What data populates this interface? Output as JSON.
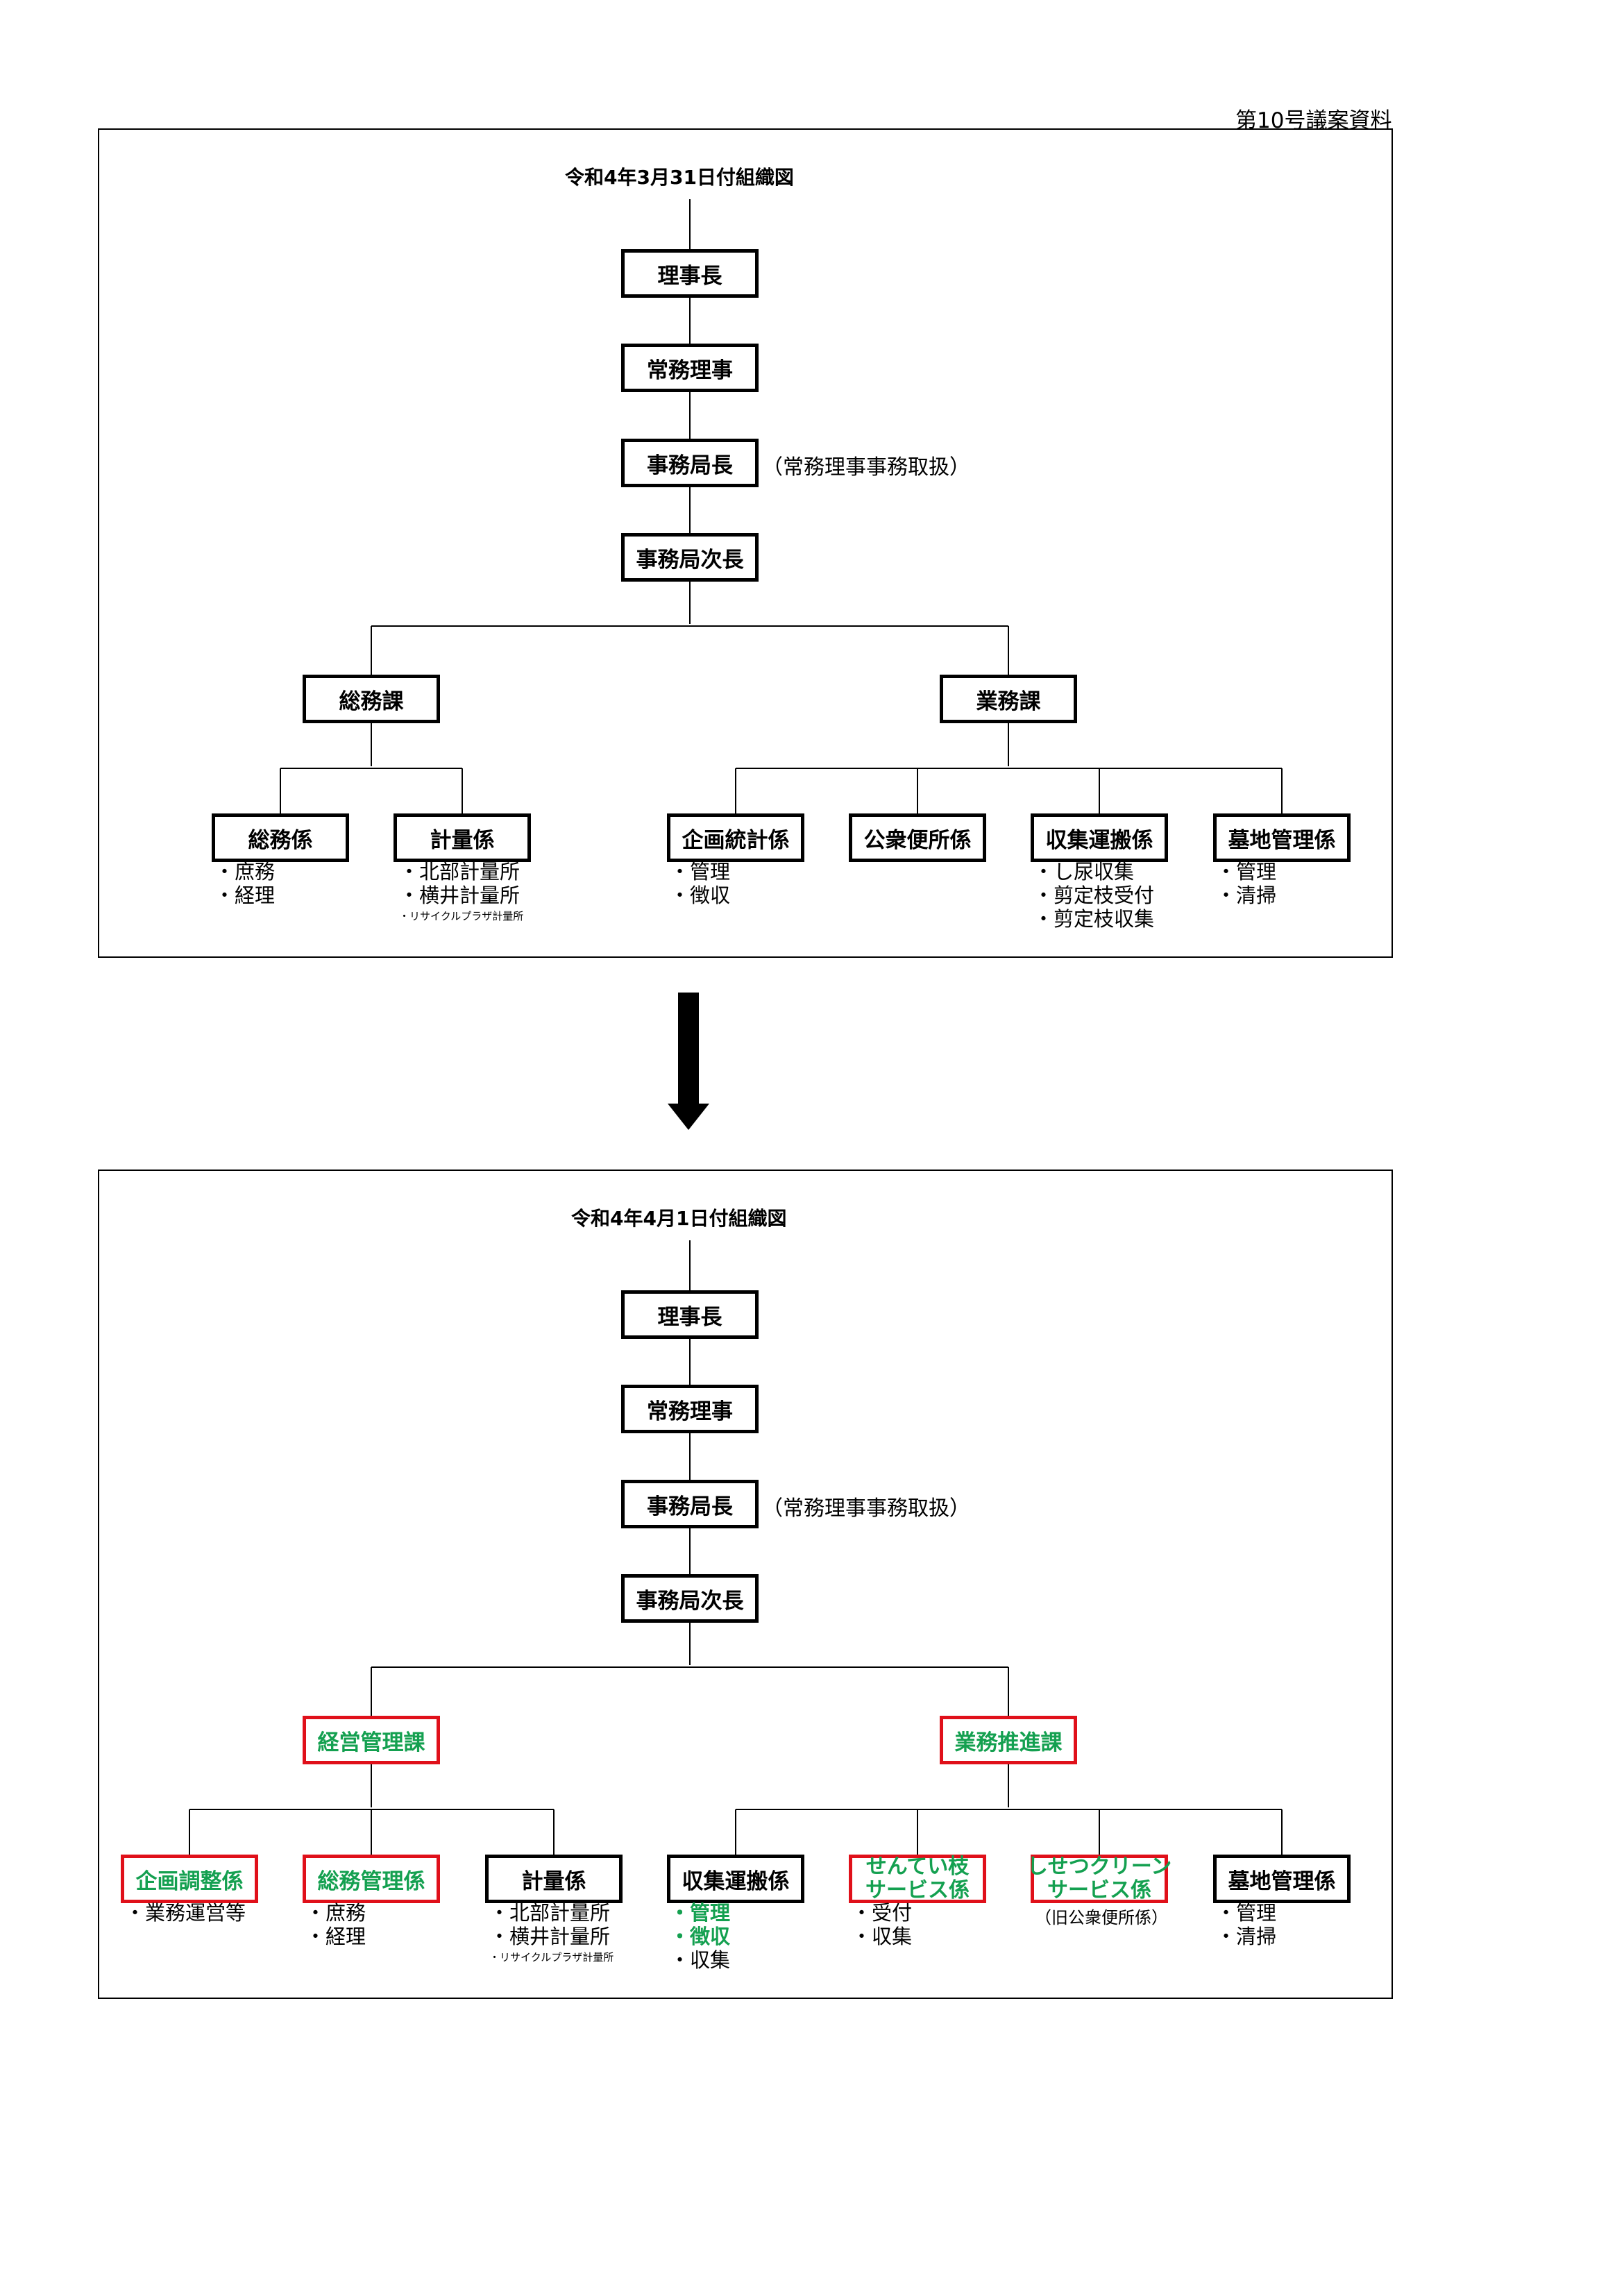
{
  "doc_label": "第10号議案資料",
  "before": {
    "title": "令和4年3月31日付組織図",
    "chairman": "理事長",
    "managing_director": "常務理事",
    "secretary_general": "事務局長",
    "secretary_general_note": "（常務理事事務取扱）",
    "deputy_secretary_general": "事務局次長",
    "sections": [
      {
        "name": "総務課",
        "units": [
          {
            "name": "総務係",
            "duties": [
              "・庶務",
              "・経理"
            ]
          },
          {
            "name": "計量係",
            "duties": [
              "・北部計量所",
              "・横井計量所",
              "・リサイクルプラザ計量所"
            ]
          }
        ]
      },
      {
        "name": "業務課",
        "units": [
          {
            "name": "企画統計係",
            "duties": [
              "・管理",
              "・徴収"
            ]
          },
          {
            "name": "公衆便所係",
            "duties": []
          },
          {
            "name": "収集運搬係",
            "duties": [
              "・し尿収集",
              "・剪定枝受付",
              "・剪定枝収集"
            ]
          },
          {
            "name": "墓地管理係",
            "duties": [
              "・管理",
              "・清掃"
            ]
          }
        ]
      }
    ]
  },
  "after": {
    "title": "令和4年4月1日付組織図",
    "chairman": "理事長",
    "managing_director": "常務理事",
    "secretary_general": "事務局長",
    "secretary_general_note": "（常務理事事務取扱）",
    "deputy_secretary_general": "事務局次長",
    "sections": [
      {
        "name": "経営管理課",
        "changed": true,
        "units": [
          {
            "name": "企画調整係",
            "changed": true,
            "duties": [
              "・業務運営等"
            ]
          },
          {
            "name": "総務管理係",
            "changed": true,
            "duties": [
              "・庶務",
              "・経理"
            ]
          },
          {
            "name": "計量係",
            "duties": [
              "・北部計量所",
              "・横井計量所",
              "・リサイクルプラザ計量所"
            ]
          }
        ]
      },
      {
        "name": "業務推進課",
        "changed": true,
        "units": [
          {
            "name": "収集運搬係",
            "duties": [
              "・管理",
              "・徴収",
              "・収集"
            ]
          },
          {
            "name_line1": "せんてい枝",
            "name_line2": "サービス係",
            "changed": true,
            "duties": [
              "・受付",
              "・収集"
            ]
          },
          {
            "name_line1": "しせつクリーン",
            "name_line2": "サービス係",
            "changed": true,
            "note": "（旧公衆便所係）"
          },
          {
            "name": "墓地管理係",
            "duties": [
              "・管理",
              "・清掃"
            ]
          }
        ]
      }
    ]
  },
  "highlight_colors": {
    "changed_border": "#e0101a",
    "changed_text": "#14a050"
  }
}
